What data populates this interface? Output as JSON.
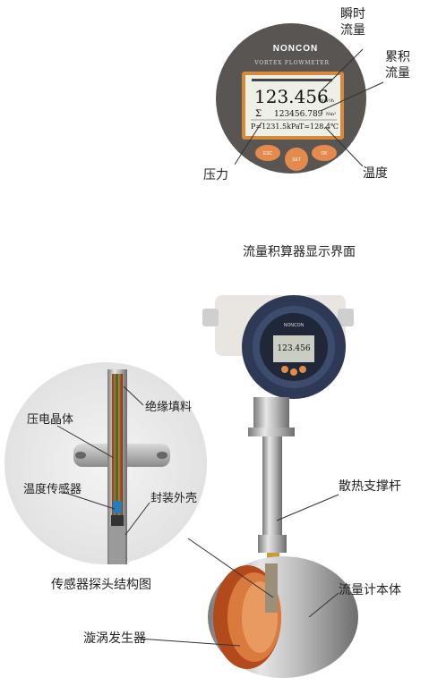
{
  "display_panel": {
    "brand": "NONCON",
    "subtitle": "VORTEX FLOWMETER",
    "lcd_value": "123.456",
    "lcd_unit": "Nm³/h",
    "lcd_total_symbol": "Σ",
    "lcd_total": "123456.789",
    "lcd_total_unit": "Nm³",
    "lcd_pressure": "P=1231.5kPa",
    "lcd_temp": "T=128.4℃",
    "buttons": [
      "ESC",
      "SET",
      "OK"
    ]
  },
  "labels": {
    "instant_flow_1": "瞬时",
    "instant_flow_2": "流量",
    "cumulative_flow_1": "累积",
    "cumulative_flow_2": "流量",
    "pressure": "压力",
    "temperature": "温度",
    "display_caption": "流量积算器显示界面",
    "insulation_fill": "绝缘填料",
    "piezo_crystal": "压电晶体",
    "temp_sensor": "温度传感器",
    "housing": "封装外壳",
    "probe_caption": "传感器探头结构图",
    "heat_rod": "散热支撑杆",
    "meter_body": "流量计本体",
    "vortex_generator": "漩涡发生器"
  },
  "device": {
    "brand": "NONCON",
    "lcd_value": "123.456"
  }
}
